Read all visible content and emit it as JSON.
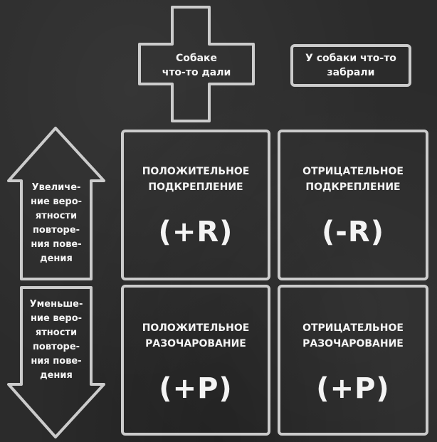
{
  "columns": {
    "given": {
      "label": "Собаке\nчто-то дали"
    },
    "taken": {
      "label": "У собаки что-то\nзабрали"
    }
  },
  "rows": {
    "increase": {
      "label": "Увеличе-\nние веро-\nятности\nповторе-\nния пове-\nдения"
    },
    "decrease": {
      "label": "Уменьше-\nние веро-\nятности\nповторе-\nния пове-\nдения"
    }
  },
  "cells": {
    "top_left": {
      "title": "ПОЛОЖИТЕЛЬНОЕ\nПОДКРЕПЛЕНИЕ",
      "code": "(+R)"
    },
    "top_right": {
      "title": "ОТРИЦАТЕЛЬНОЕ\nПОДКРЕПЛЕНИЕ",
      "code": "(-R)"
    },
    "bottom_left": {
      "title": "ПОЛОЖИТЕЛЬНОЕ\nРАЗОЧАРОВАНИЕ",
      "code": "(+P)"
    },
    "bottom_right": {
      "title": "ОТРИЦАТЕЛЬНОЕ\nРАЗОЧАРОВАНИЕ",
      "code": "(+P)"
    }
  },
  "colors": {
    "background": "#2b2b2b",
    "chalk": "#d9d9d9",
    "text": "#f4f4f4"
  },
  "icons": {
    "plus": "plus-shape-icon",
    "minus": "minus-box-icon",
    "up": "up-arrow-icon",
    "down": "down-arrow-icon"
  }
}
